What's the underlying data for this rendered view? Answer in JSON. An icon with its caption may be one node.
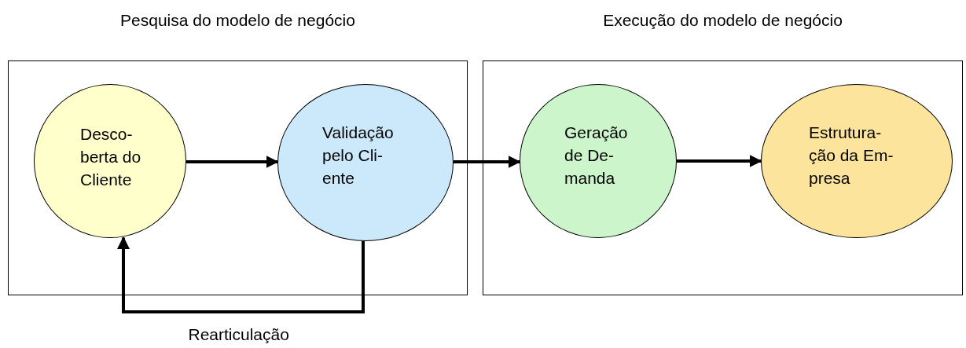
{
  "diagram": {
    "nodes": [
      {
        "text": [
          "Pesquisa do modelo de negócio"
        ]
      },
      {
        "text": [
          "Execução do modelo de negócio"
        ]
      },
      {
        "text": [
          "Desco- berta do Cliente"
        ],
        "in": 0
      },
      {
        "text": [
          "Validação pelo Cli- ente"
        ],
        "in": 0
      },
      {
        "text": [
          "Geração de De- manda"
        ],
        "in": 1
      },
      {
        "text": [
          "Estrutura- ção da Em- presa"
        ],
        "in": 1
      }
    ],
    "edges": [
      {
        "from": 2,
        "to": 3,
        "arrow": "to"
      },
      {
        "from": 3,
        "to": 4,
        "arrow": "to"
      },
      {
        "from": 4,
        "to": 5,
        "arrow": "to"
      },
      {
        "from": 3,
        "to": 2,
        "arrow": "to",
        "label": "Rearticulação"
      }
    ]
  }
}
